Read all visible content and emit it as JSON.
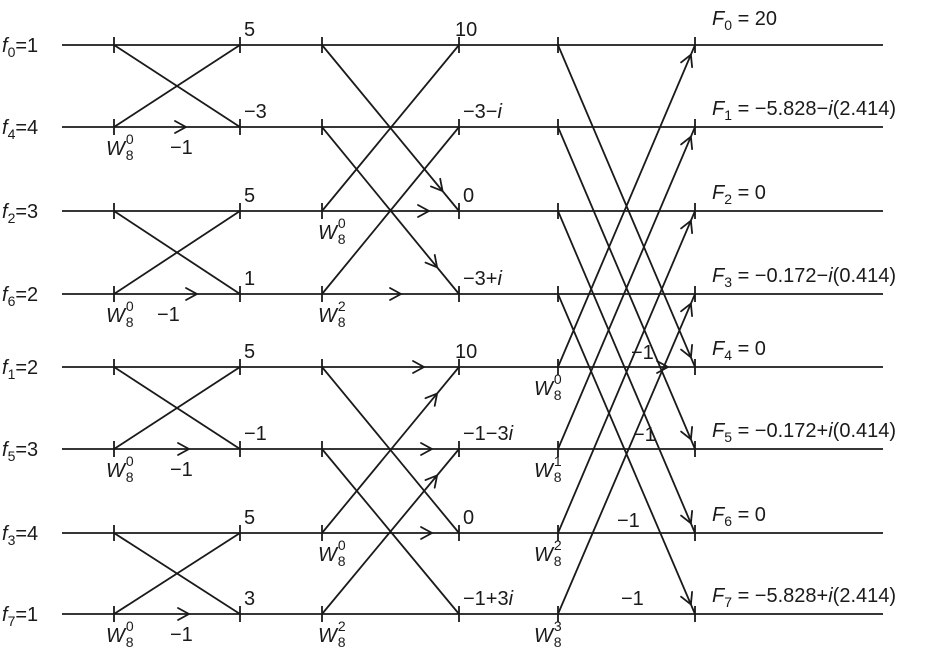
{
  "inputs": [
    {
      "sym": "f",
      "sub": "0",
      "val": "=1"
    },
    {
      "sym": "f",
      "sub": "4",
      "val": "=4"
    },
    {
      "sym": "f",
      "sub": "2",
      "val": "=3"
    },
    {
      "sym": "f",
      "sub": "6",
      "val": "=2"
    },
    {
      "sym": "f",
      "sub": "1",
      "val": "=2"
    },
    {
      "sym": "f",
      "sub": "5",
      "val": "=3"
    },
    {
      "sym": "f",
      "sub": "3",
      "val": "=4"
    },
    {
      "sym": "f",
      "sub": "7",
      "val": "=1"
    }
  ],
  "stage1_values": [
    "5",
    "−3",
    "5",
    "1",
    "5",
    "−1",
    "5",
    "3"
  ],
  "stage2_values": [
    {
      "text": "10"
    },
    {
      "text": "−3−",
      "i": "i",
      "after": ""
    },
    {
      "text": "0"
    },
    {
      "text": "−3+",
      "i": "i",
      "after": ""
    },
    {
      "text": "10"
    },
    {
      "text": "−1−3",
      "i": "i",
      "after": ""
    },
    {
      "text": "0"
    },
    {
      "text": "−1+3",
      "i": "i",
      "after": ""
    }
  ],
  "outputs": [
    {
      "sym": "F",
      "sub": "0",
      "pre": " = 20",
      "i": "",
      "post": ""
    },
    {
      "sym": "F",
      "sub": "1",
      "pre": " = −5.828−",
      "i": "i",
      "post": "(2.414)"
    },
    {
      "sym": "F",
      "sub": "2",
      "pre": " = 0",
      "i": "",
      "post": ""
    },
    {
      "sym": "F",
      "sub": "3",
      "pre": " = −0.172−",
      "i": "i",
      "post": "(0.414)"
    },
    {
      "sym": "F",
      "sub": "4",
      "pre": " = 0",
      "i": "",
      "post": ""
    },
    {
      "sym": "F",
      "sub": "5",
      "pre": " = −0.172+",
      "i": "i",
      "post": "(0.414)"
    },
    {
      "sym": "F",
      "sub": "6",
      "pre": " = 0",
      "i": "",
      "post": ""
    },
    {
      "sym": "F",
      "sub": "7",
      "pre": " = −5.828+",
      "i": "i",
      "post": "(2.414)"
    }
  ],
  "twiddle_sym": "W",
  "twiddle_sub": "8",
  "stage1_twiddles": [
    {
      "row": 1,
      "exp": "0"
    },
    {
      "row": 3,
      "exp": "0"
    },
    {
      "row": 5,
      "exp": "0"
    },
    {
      "row": 7,
      "exp": "0"
    }
  ],
  "stage1_multipliers": [
    {
      "row": 1,
      "text": "−1"
    },
    {
      "row": 3,
      "text": "−1"
    },
    {
      "row": 5,
      "text": "−1"
    },
    {
      "row": 7,
      "text": "−1"
    }
  ],
  "stage2_twiddles": [
    {
      "row": 2,
      "exp": "0"
    },
    {
      "row": 3,
      "exp": "2"
    },
    {
      "row": 6,
      "exp": "0"
    },
    {
      "row": 7,
      "exp": "2"
    }
  ],
  "stage3_twiddles": [
    {
      "row": 4,
      "exp": "0"
    },
    {
      "row": 5,
      "exp": "1"
    },
    {
      "row": 6,
      "exp": "2"
    },
    {
      "row": 7,
      "exp": "3"
    }
  ],
  "stage3_multipliers": [
    {
      "row": 4,
      "text": "−1"
    },
    {
      "row": 5,
      "text": "−1"
    },
    {
      "row": 6,
      "text": "−1"
    },
    {
      "row": 7,
      "text": "−1"
    }
  ]
}
